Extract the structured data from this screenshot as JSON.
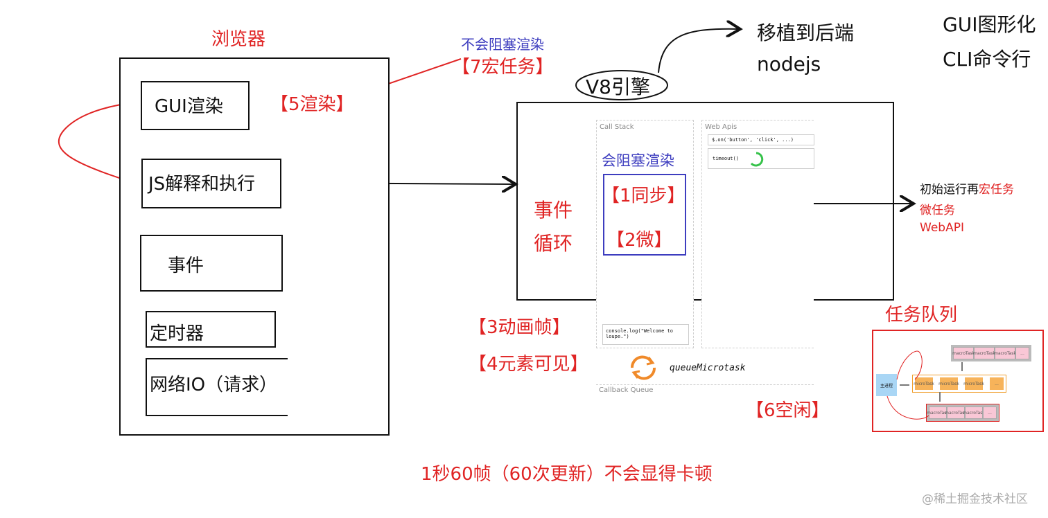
{
  "browser": {
    "title": "浏览器",
    "items": [
      "GUI渲染",
      "JS解释和执行",
      "事件",
      "定时器",
      "网络IO（请求）"
    ],
    "render_note": "【5渲染】"
  },
  "macro": {
    "note": "不会阻塞渲染",
    "label": "【7宏任务】"
  },
  "v8": {
    "label": "V8引擎",
    "port_line1": "移植到后端",
    "port_line2": "nodejs"
  },
  "top_right": {
    "line1": "GUI图形化",
    "line2": "CLI命令行"
  },
  "event_loop": {
    "label_line1": "事件",
    "label_line2": "循环",
    "call_stack": "Call Stack",
    "web_apis": "Web Apis",
    "blocking_note": "会阻塞渲染",
    "sync": "【1同步】",
    "micro": "【2微】",
    "api_call": "$.on('button', 'click', ...)",
    "timeout": "timeout()",
    "console": "console.log(\"Welcome to loupe.\")",
    "queue_microtask": "queueMicrotask",
    "callback_queue": "Callback Queue"
  },
  "notes": {
    "anim": "【3动画帧】",
    "visible": "【4元素可见】",
    "idle": "【6空闲】",
    "bottom": "1秒60帧（60次更新）不会显得卡顿"
  },
  "right": {
    "init_prefix": "初始运行再",
    "init_red": "宏任务",
    "micro": "微任务",
    "webapi": "WebAPI"
  },
  "task_queue": {
    "title": "任务队列",
    "main": "主进程",
    "macro_row": [
      "macroTask",
      "macroTask",
      "macroTask",
      "..."
    ],
    "micro_row": [
      "microTask",
      "microTask",
      "microTask",
      "..."
    ],
    "macro_row2": [
      "macroTask",
      "macroTask",
      "macroTask",
      "..."
    ]
  },
  "watermark": "@稀土掘金技术社区",
  "colors": {
    "red": "#e02424",
    "blue": "#3d3dbf",
    "orange": "#f08a2a",
    "green": "#36c24a"
  }
}
